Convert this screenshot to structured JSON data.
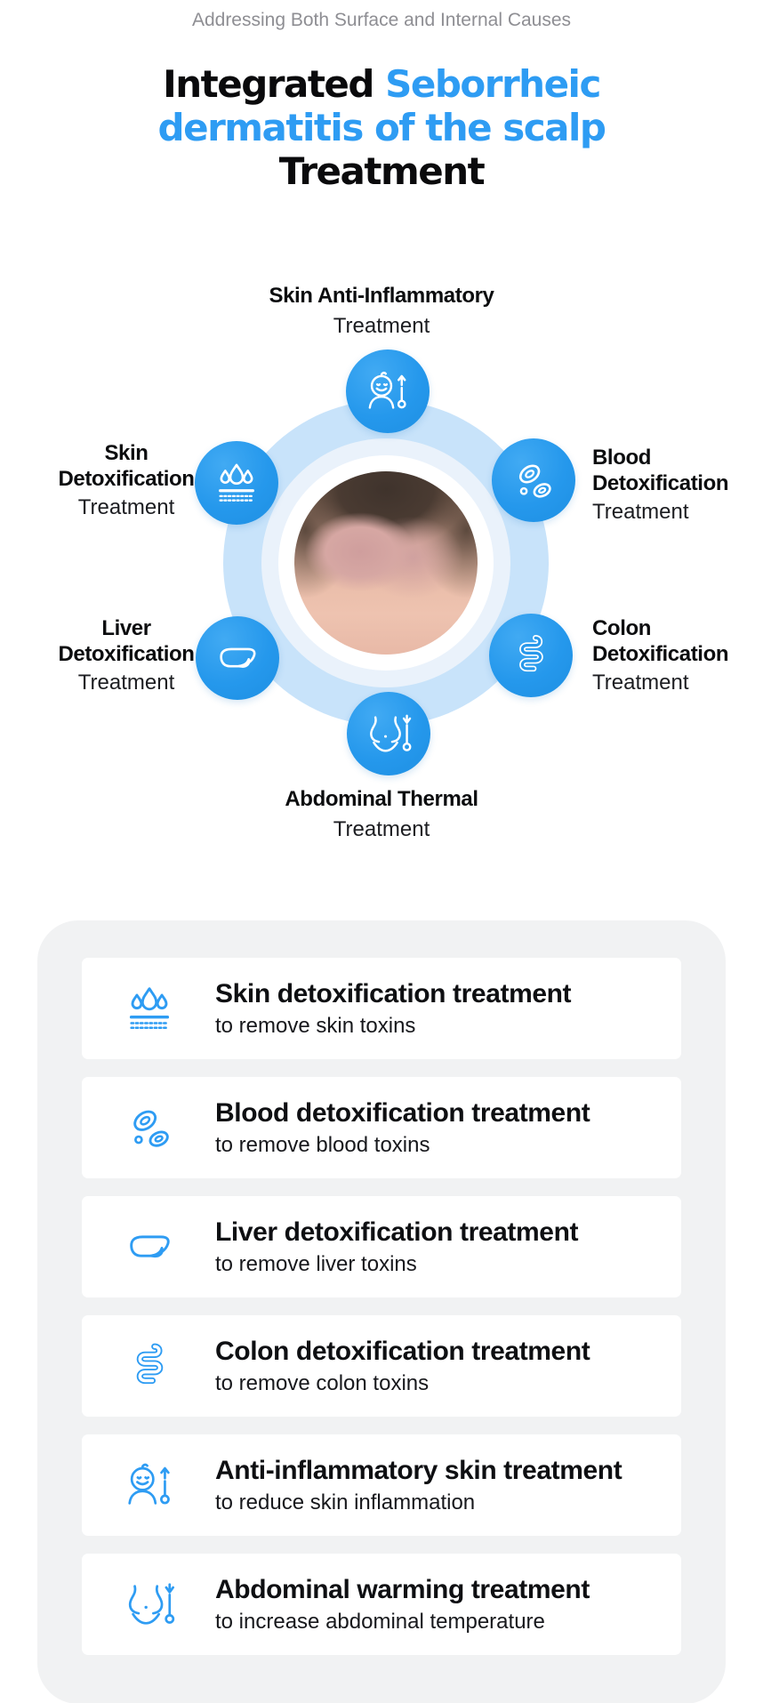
{
  "header": {
    "subtitle": "Addressing Both Surface and Internal Causes",
    "title_parts": {
      "black1": "Integrated ",
      "blue1": "Seborrheic",
      "blue2": "dermatitis of the scalp",
      "black2": "Treatment"
    }
  },
  "colors": {
    "accent_blue": "#2E9CF3",
    "node_circle_blue": "#2898EB",
    "ring_light_blue": "#C8E3FA",
    "ring_pale_blue": "#EAF2FB",
    "panel_gray": "#F1F2F3",
    "subtitle_gray": "#8E8E93"
  },
  "diagram": {
    "center_image": "photo of scalp with seborrheic dermatitis patches at the nape of the neck",
    "nodes": [
      {
        "bold": "Skin Anti-Inflammatory",
        "regular": "Treatment",
        "icon": "baby-thermometer-icon",
        "position": "top"
      },
      {
        "bold": "Skin Detoxification",
        "regular": "Treatment",
        "icon": "skin-drops-icon",
        "position": "upper-left"
      },
      {
        "bold": "Blood Detoxification",
        "regular": "Treatment",
        "icon": "blood-cells-icon",
        "position": "upper-right"
      },
      {
        "bold": "Liver Detoxification",
        "regular": "Treatment",
        "icon": "liver-icon",
        "position": "lower-left"
      },
      {
        "bold": "Colon Detoxification",
        "regular": "Treatment",
        "icon": "colon-icon",
        "position": "lower-right"
      },
      {
        "bold": "Abdominal Thermal",
        "regular": "Treatment",
        "icon": "abdomen-thermometer-icon",
        "position": "bottom"
      }
    ]
  },
  "treatment_list": {
    "items": [
      {
        "title": "Skin detoxification treatment",
        "description": "to remove skin toxins",
        "icon": "skin-drops-icon"
      },
      {
        "title": "Blood detoxification treatment",
        "description": "to remove blood toxins",
        "icon": "blood-cells-icon"
      },
      {
        "title": "Liver detoxification treatment",
        "description": "to remove liver toxins",
        "icon": "liver-icon"
      },
      {
        "title": "Colon detoxification treatment",
        "description": "to remove colon toxins",
        "icon": "colon-icon"
      },
      {
        "title": "Anti-inflammatory skin treatment",
        "description": "to reduce skin inflammation",
        "icon": "baby-thermometer-icon"
      },
      {
        "title": "Abdominal warming treatment",
        "description": "to increase abdominal temperature",
        "icon": "abdomen-thermometer-icon"
      }
    ]
  }
}
